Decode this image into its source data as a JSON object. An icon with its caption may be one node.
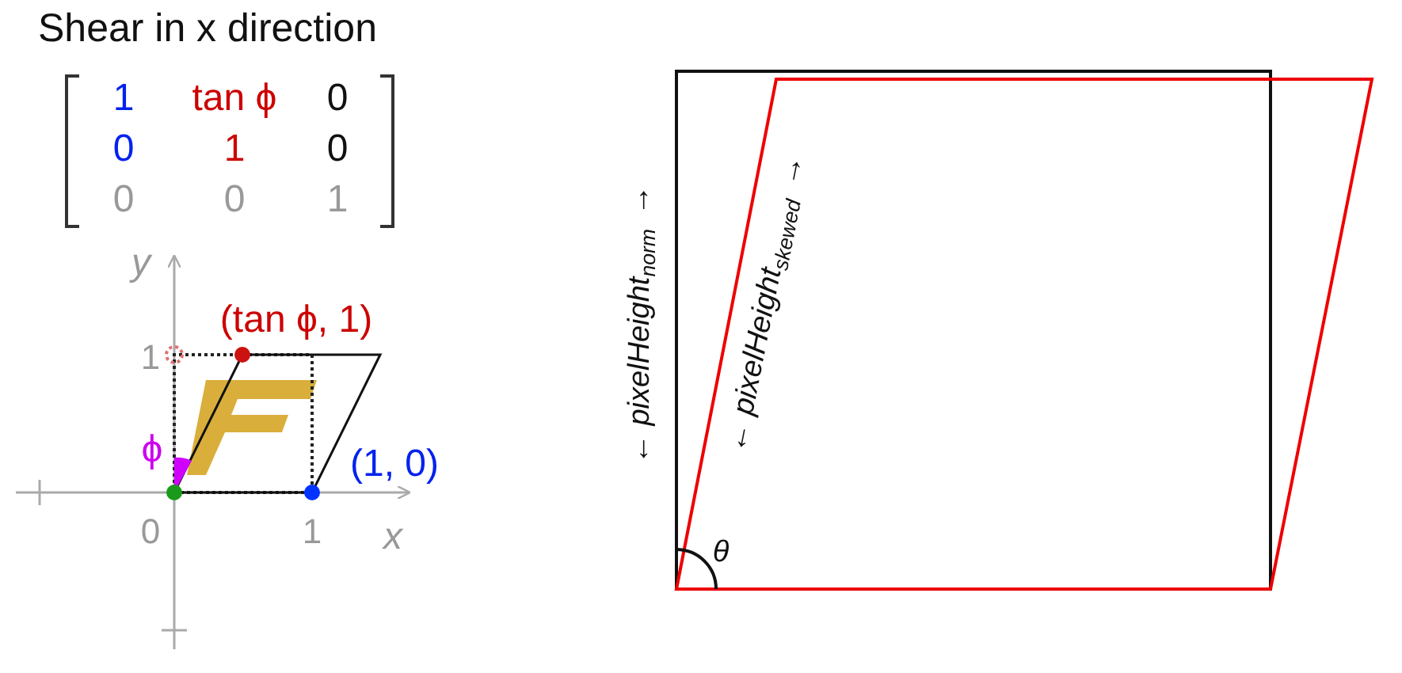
{
  "diagram": {
    "title": "Shear in x direction",
    "labels": [
      "1",
      "tan ϕ",
      "0",
      "0",
      "1",
      "0",
      "0",
      "0",
      "1",
      "y",
      "1",
      "(tan ϕ, 1)",
      "ϕ",
      "(1, 0)",
      "0",
      "1",
      "x",
      "← pixelHeight$_{norm}$ →",
      "← pixelHeight$_{skewed}$ →",
      "θ"
    ]
  }
}
